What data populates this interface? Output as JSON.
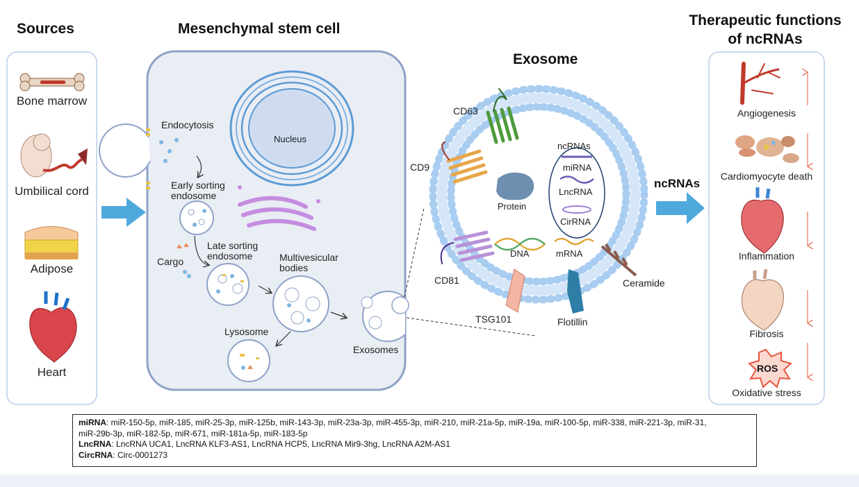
{
  "titles": {
    "sources": "Sources",
    "msc": "Mesenchymal stem cell",
    "exosome": "Exosome",
    "therapeutic_line1": "Therapeutic functions",
    "therapeutic_line2": "of ncRNAs"
  },
  "sources": [
    "Bone marrow",
    "Umbilical cord",
    "Adipose",
    "Heart"
  ],
  "cell_labels": {
    "nucleus": "Nucleus",
    "endocytosis": "Endocytosis",
    "early_sorting_1": "Early sorting",
    "early_sorting_2": "endosome",
    "cargo": "Cargo",
    "late_sorting_1": "Late sorting",
    "late_sorting_2": "endosome",
    "mvb_1": "Multivesicular",
    "mvb_2": "bodies",
    "lysosome": "Lysosome",
    "exosomes": "Exosomes"
  },
  "exosome_labels": {
    "cd63": "CD63",
    "cd9": "CD9",
    "cd81": "CD81",
    "protein": "Protein",
    "dna": "DNA",
    "mrna": "mRNA",
    "tsg101": "TSG101",
    "flotillin": "Flotillin",
    "ceramide": "Ceramide",
    "ncrnas_inner": "ncRNAs",
    "mirna": "miRNA",
    "lncrna": "LncRNA",
    "cirrna": "CirRNA"
  },
  "ncrnas_arrow_label": "ncRNAs",
  "functions": [
    {
      "label": "Angiogenesis",
      "direction": "up"
    },
    {
      "label": "Cardiomyocyte death",
      "direction": "down"
    },
    {
      "label": "Inflammation",
      "direction": "down"
    },
    {
      "label": "Fibrosis",
      "direction": "down"
    },
    {
      "label": "Oxidative stress",
      "direction": "down",
      "badge": "ROS"
    }
  ],
  "legend": {
    "mirna_key": "miRNA",
    "mirna_list": ": miR-150-5p, miR-185, miR-25-3p, miR-125b, miR-143-3p, miR-23a-3p, miR-455-3p, miR-210, miR-21a-5p, miR-19a, miR-100-5p, miR-338, miR-221-3p, miR-31,",
    "mirna_list_2": "miR-29b-3p, miR-182-5p, miR-671, miR-181a-5p, miR-183-5p",
    "lncrna_key": "LncRNA",
    "lncrna_list": ": LncRNA UCA1, LncRNA KLF3-AS1, LncRNA HCP5, LncRNA Mir9-3hg, LncRNA A2M-AS1",
    "circrna_key": "CircRNA",
    "circrna_list": ": Circ-0001273"
  },
  "colors": {
    "panel_border": "#b9cde8",
    "cell_fill": "#e9edf4",
    "cell_border": "#8ea2c6",
    "arrow_blue": "#4fa9dd",
    "membrane": "#a9cdf0",
    "red_arrow": "#e8836a"
  }
}
